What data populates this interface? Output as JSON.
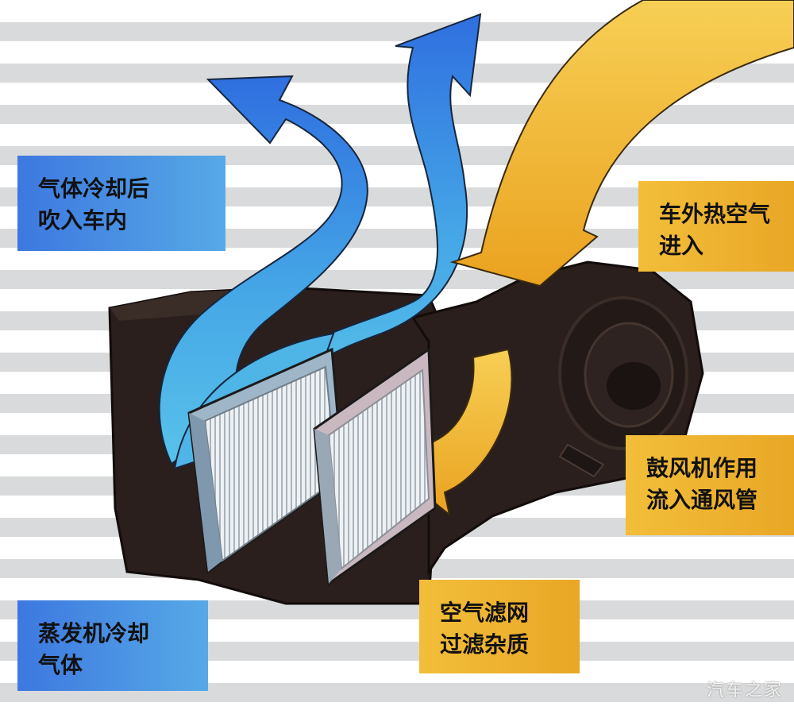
{
  "labels": {
    "cooled_air_in": [
      "气体冷却后",
      "吹入车内"
    ],
    "outside_hot_air": [
      "车外热空气",
      "进入"
    ],
    "blower_action": [
      "鼓风机作用",
      "流入通风管"
    ],
    "air_filter": [
      "空气滤网",
      "过滤杂质"
    ],
    "evaporator": [
      "蒸发机冷却",
      "气体"
    ]
  },
  "watermark": "汽车之家",
  "colors": {
    "cold_air": "#3f8ae0",
    "hot_air": "#f0b530",
    "housing": "#2a1f1c",
    "stripe": "#d9dadb"
  },
  "icons": [
    "blower-fan-icon",
    "cold-air-arrow-icon",
    "hot-air-arrow-icon",
    "filter-icon",
    "evaporator-icon"
  ]
}
